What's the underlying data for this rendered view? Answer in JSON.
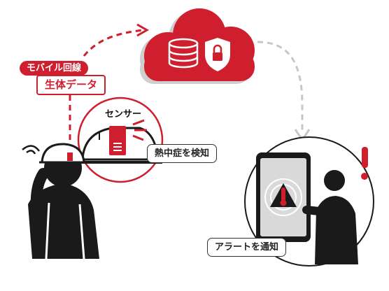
{
  "labels": {
    "mobile_line": "モバイル回線",
    "bio_data": "生体データ",
    "sensor": "センサー",
    "heatstroke_detect": "熱中症を検知",
    "alert_notify": "アラートを通知"
  },
  "colors": {
    "accent_red": "#cf1e2d",
    "arrow_gray": "#c7c7c7",
    "ink": "#1a1a1a"
  },
  "icons": [
    "cloud-icon",
    "database-icon",
    "shield-lock-icon",
    "thermometer-icon",
    "warning-icon",
    "exclamation-icon",
    "smartphone-icon"
  ]
}
